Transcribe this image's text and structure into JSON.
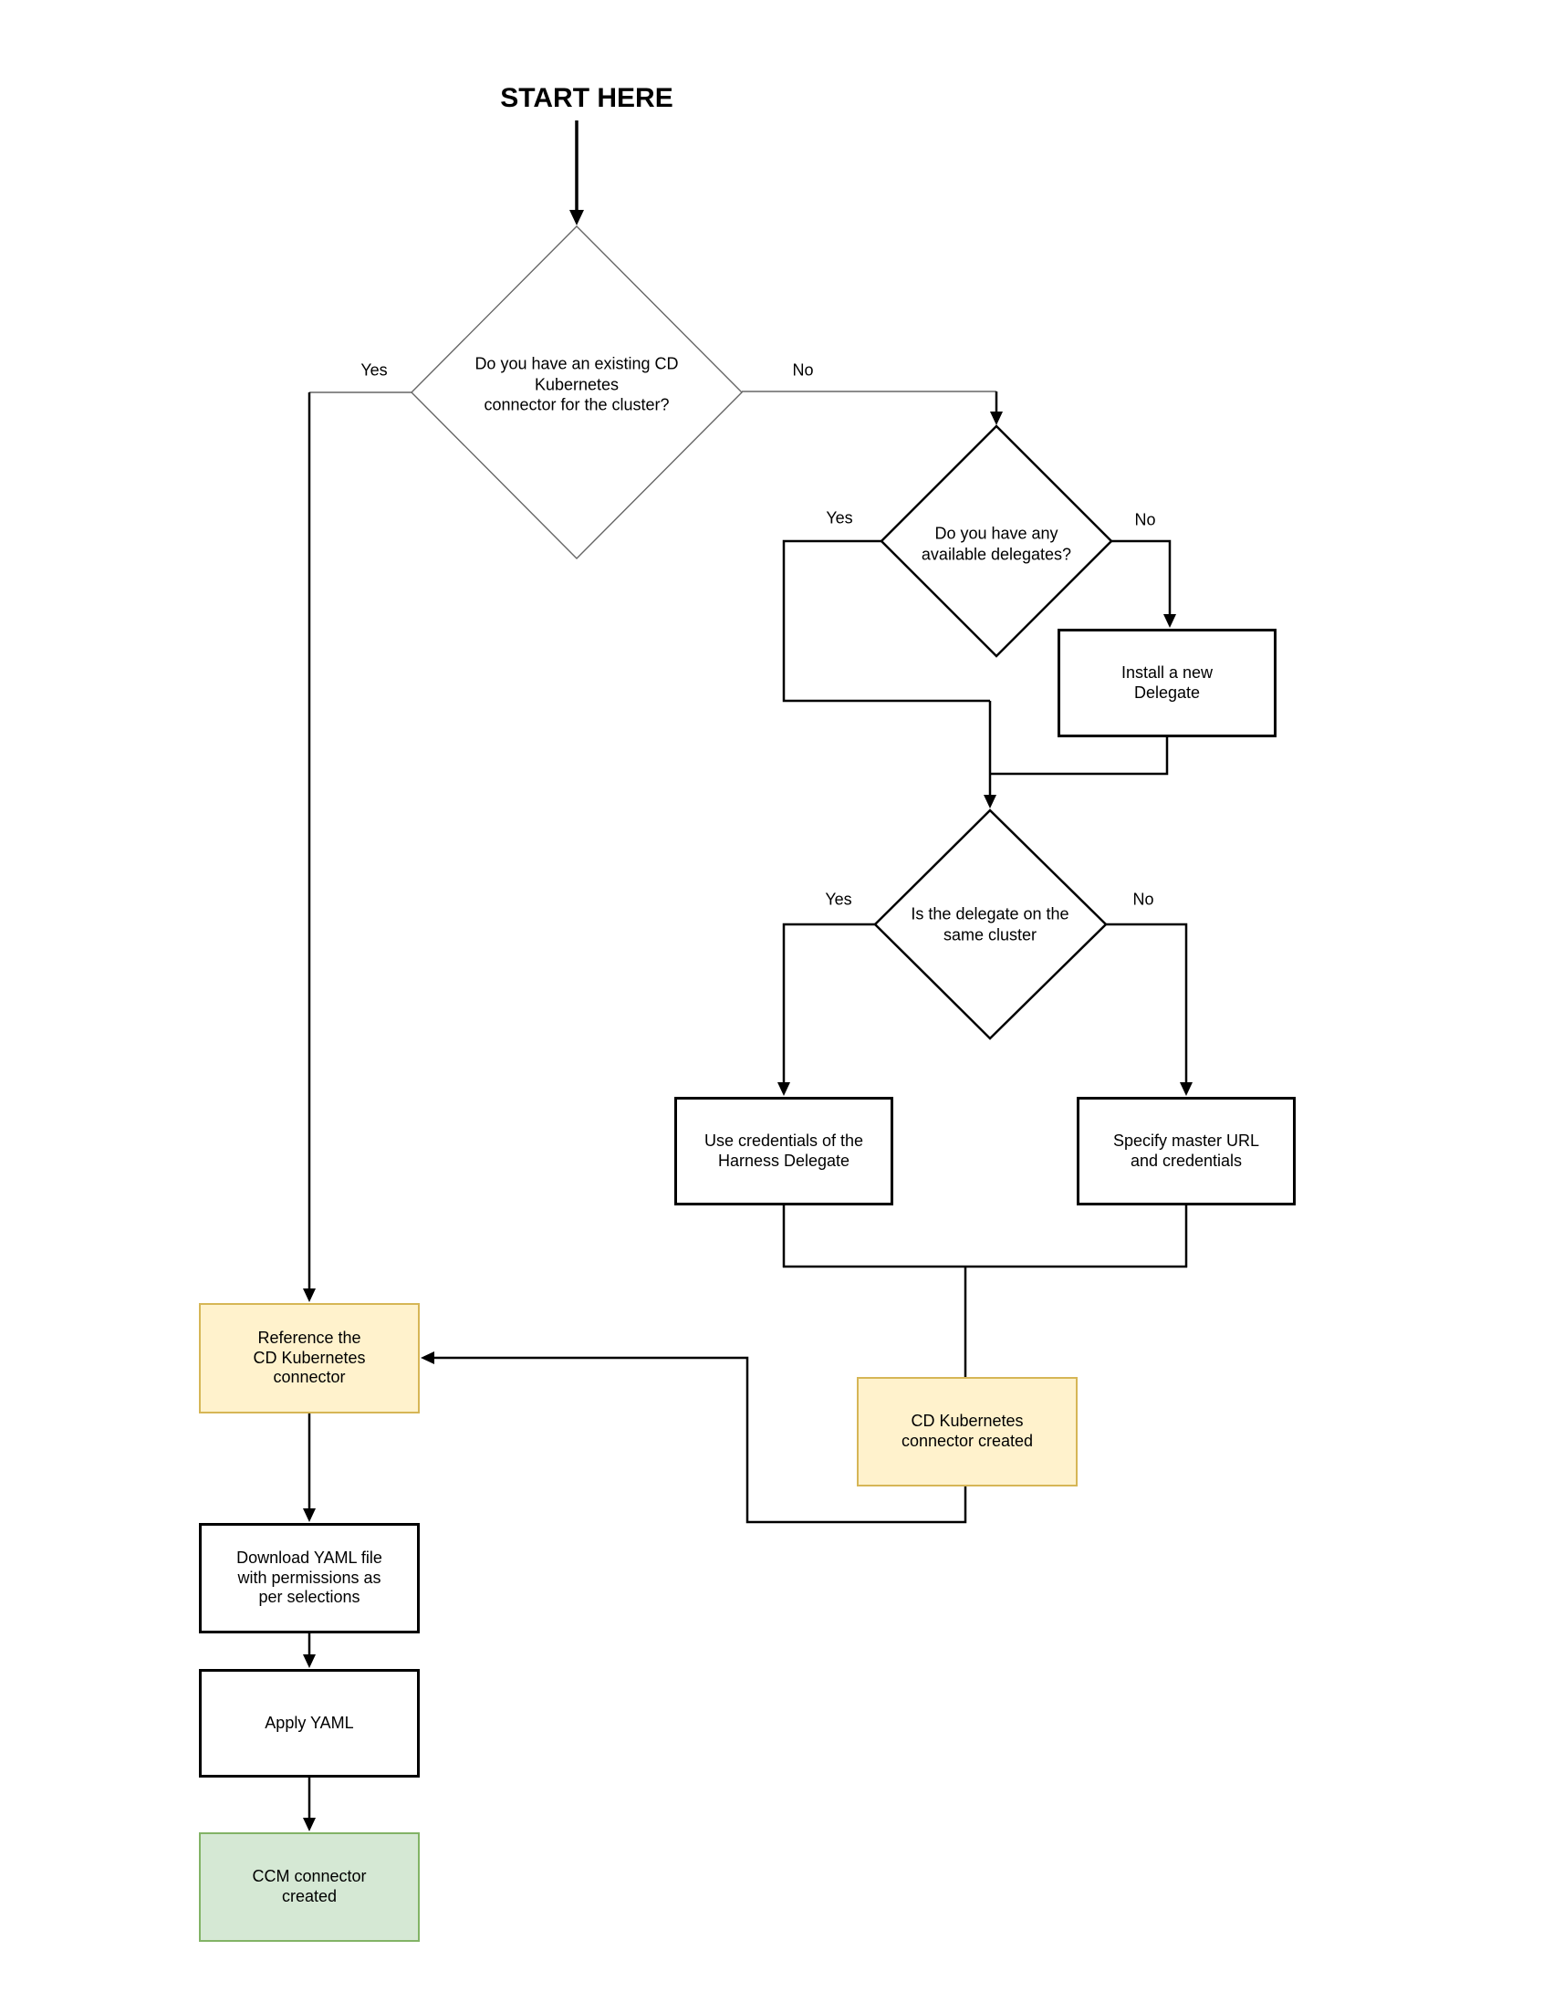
{
  "diagram_title": "START HERE",
  "colors": {
    "background": "#ffffff",
    "line": "#000000",
    "faint_line": "#666666",
    "note_fill": "#fff2cc",
    "note_border": "#d6b656",
    "success_fill": "#d5e8d4",
    "success_border": "#82b366"
  },
  "nodes": {
    "decision_existing_connector": {
      "label": "Do you have an existing CD\nKubernetes\nconnector for the cluster?"
    },
    "decision_available_delegates": {
      "label": "Do you have any\navailable delegates?"
    },
    "decision_same_cluster": {
      "label": "Is the delegate on the\nsame cluster"
    },
    "install_delegate": {
      "label": "Install a new\nDelegate"
    },
    "use_credentials": {
      "label": "Use credentials of the\nHarness Delegate"
    },
    "specify_master_url": {
      "label": "Specify master URL\nand credentials"
    },
    "cd_connector_created": {
      "label": "CD Kubernetes\nconnector created"
    },
    "reference_connector": {
      "label": "Reference the\nCD Kubernetes\nconnector"
    },
    "download_yaml": {
      "label": "Download YAML file\nwith permissions as\nper selections"
    },
    "apply_yaml": {
      "label": "Apply YAML"
    },
    "ccm_connector_created": {
      "label": "CCM connector\ncreated"
    }
  },
  "edge_labels": {
    "existing_yes": "Yes",
    "existing_no": "No",
    "delegates_yes": "Yes",
    "delegates_no": "No",
    "same_cluster_yes": "Yes",
    "same_cluster_no": "No"
  }
}
